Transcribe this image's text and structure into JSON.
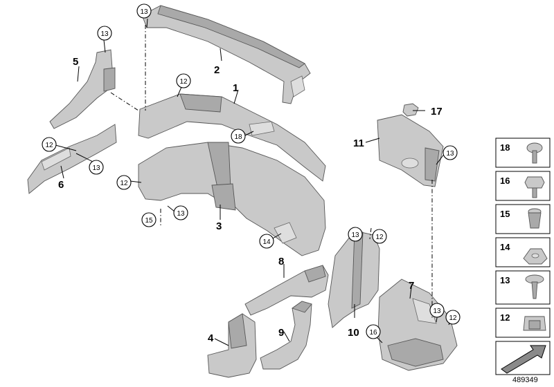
{
  "parts": {
    "p1": "1",
    "p2": "2",
    "p3": "3",
    "p4": "4",
    "p5": "5",
    "p6": "6",
    "p7": "7",
    "p8": "8",
    "p9": "9",
    "p10": "10",
    "p11": "11",
    "p17": "17"
  },
  "callouts": {
    "c13a": "13",
    "c13b": "13",
    "c13c": "13",
    "c13d": "13",
    "c13e": "13",
    "c13f": "13",
    "c13g": "13",
    "c12a": "12",
    "c12b": "12",
    "c12c": "12",
    "c12d": "12",
    "c12e": "12",
    "c14": "14",
    "c15": "15",
    "c16": "16",
    "c18": "18"
  },
  "legend": [
    "18",
    "16",
    "15",
    "14",
    "13",
    "12"
  ],
  "figure_id": "489349"
}
